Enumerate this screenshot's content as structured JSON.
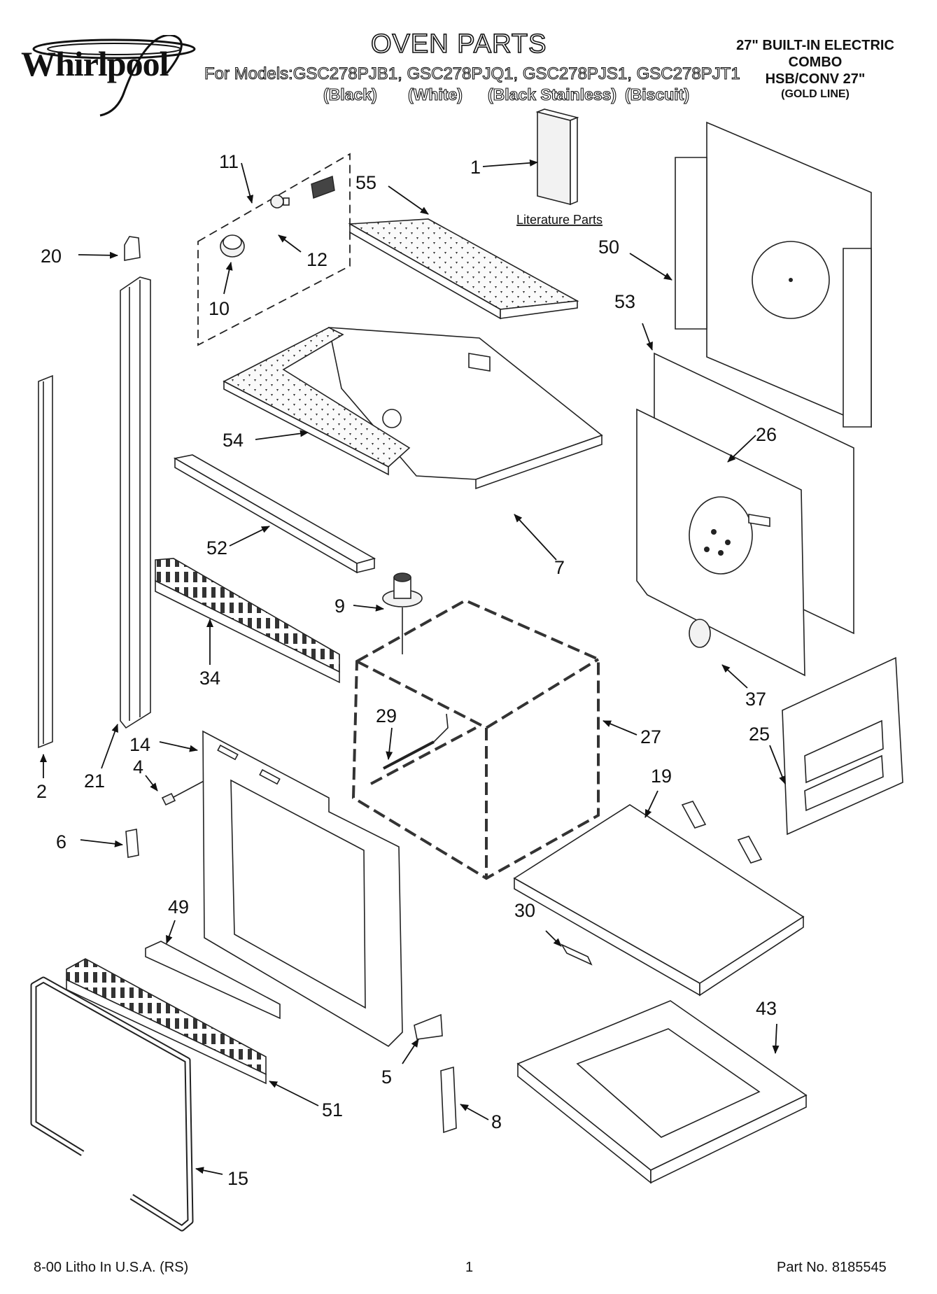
{
  "header": {
    "brand": "Whirlpool",
    "title": "OVEN PARTS",
    "models_line": "For Models:GSC278PJB1, GSC278PJQ1, GSC278PJS1, GSC278PJT1",
    "finishes": [
      "(Black)",
      "(White)",
      "(Black Stainless)",
      "(Biscuit)"
    ],
    "right_block": [
      "27\" BUILT-IN ELECTRIC",
      "COMBO",
      "HSB/CONV 27\"",
      "(GOLD LINE)"
    ]
  },
  "diagram": {
    "literature_label": "Literature Parts",
    "callouts": [
      "1",
      "2",
      "4",
      "5",
      "6",
      "7",
      "8",
      "9",
      "10",
      "11",
      "12",
      "14",
      "15",
      "19",
      "20",
      "21",
      "25",
      "26",
      "27",
      "29",
      "30",
      "34",
      "37",
      "43",
      "49",
      "50",
      "51",
      "52",
      "53",
      "54",
      "55"
    ]
  },
  "footer": {
    "litho": "8-00 Litho In U.S.A. (RS)",
    "page": "1",
    "part_no": "Part No. 8185545"
  }
}
